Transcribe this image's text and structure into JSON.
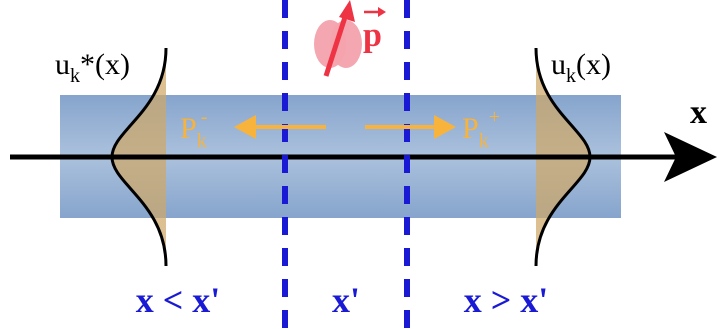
{
  "labels": {
    "momentum_vector": "p",
    "u_conj": "u",
    "u_conj_sub": "k",
    "u_conj_tail": "*(x)",
    "u_right": "u",
    "u_right_sub": "k",
    "u_right_tail": "(x)",
    "axis_x": "x",
    "p_minus": "P",
    "p_minus_sub": "k",
    "p_minus_sup": "-",
    "p_plus": "P",
    "p_plus_sub": "k",
    "p_plus_sup": "+",
    "region_left": "x < x'",
    "region_mid": "x'",
    "region_right": "x > x'"
  },
  "colors": {
    "band": "#7f9fc9",
    "axis": "#000000",
    "dashed_line": "#1a1ad4",
    "region_text": "#1a1ad4",
    "arrow_orange": "#f7b33c",
    "gaussian_fill": "#c9a05c",
    "momentum_red": "#ee3344",
    "particle_pink": "#f4a2ad"
  }
}
